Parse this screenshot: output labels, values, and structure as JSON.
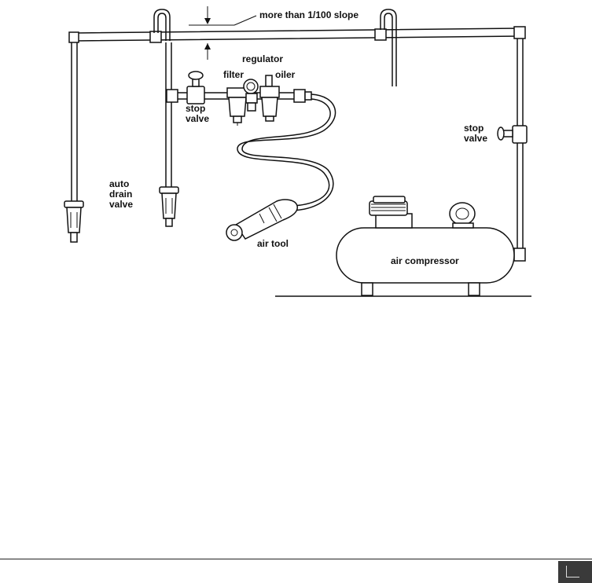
{
  "labels": {
    "slope": "more than 1/100 slope",
    "regulator": "regulator",
    "filter": "filter",
    "oiler": "oiler",
    "stop_valve_left": [
      "stop",
      "valve"
    ],
    "stop_valve_right": [
      "stop",
      "valve"
    ],
    "auto_drain_valve": [
      "auto",
      "drain",
      "valve"
    ],
    "air_tool": "air tool",
    "air_compressor": "air compressor"
  },
  "colors": {
    "line": "#111111",
    "page_tab": "#3a3a3a"
  }
}
